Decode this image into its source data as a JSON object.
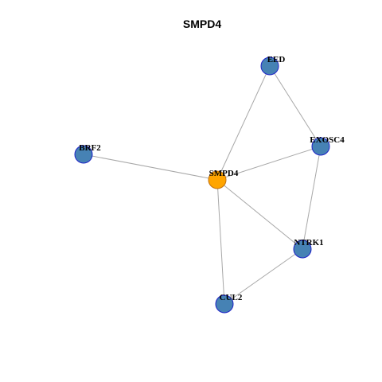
{
  "title": "SMPD4",
  "colors": {
    "center_fill": "#FFA500",
    "center_stroke": "#C07010",
    "node_fill": "#4682B4",
    "node_stroke": "#1E22C8",
    "edge": "#A8A8A8"
  },
  "nodes": [
    {
      "id": "EED",
      "label": "EED",
      "type": "neighbor"
    },
    {
      "id": "BRF2",
      "label": "BRF2",
      "type": "neighbor"
    },
    {
      "id": "EXOSC4",
      "label": "EXOSC4",
      "type": "neighbor"
    },
    {
      "id": "SMPD4",
      "label": "SMPD4",
      "type": "center"
    },
    {
      "id": "NTRK1",
      "label": "NTRK1",
      "type": "neighbor"
    },
    {
      "id": "CUL2",
      "label": "CUL2",
      "type": "neighbor"
    }
  ],
  "edges": [
    {
      "source": "EED",
      "target": "SMPD4"
    },
    {
      "source": "EED",
      "target": "EXOSC4"
    },
    {
      "source": "BRF2",
      "target": "SMPD4"
    },
    {
      "source": "EXOSC4",
      "target": "SMPD4"
    },
    {
      "source": "EXOSC4",
      "target": "NTRK1"
    },
    {
      "source": "SMPD4",
      "target": "NTRK1"
    },
    {
      "source": "SMPD4",
      "target": "CUL2"
    },
    {
      "source": "NTRK1",
      "target": "CUL2"
    }
  ]
}
